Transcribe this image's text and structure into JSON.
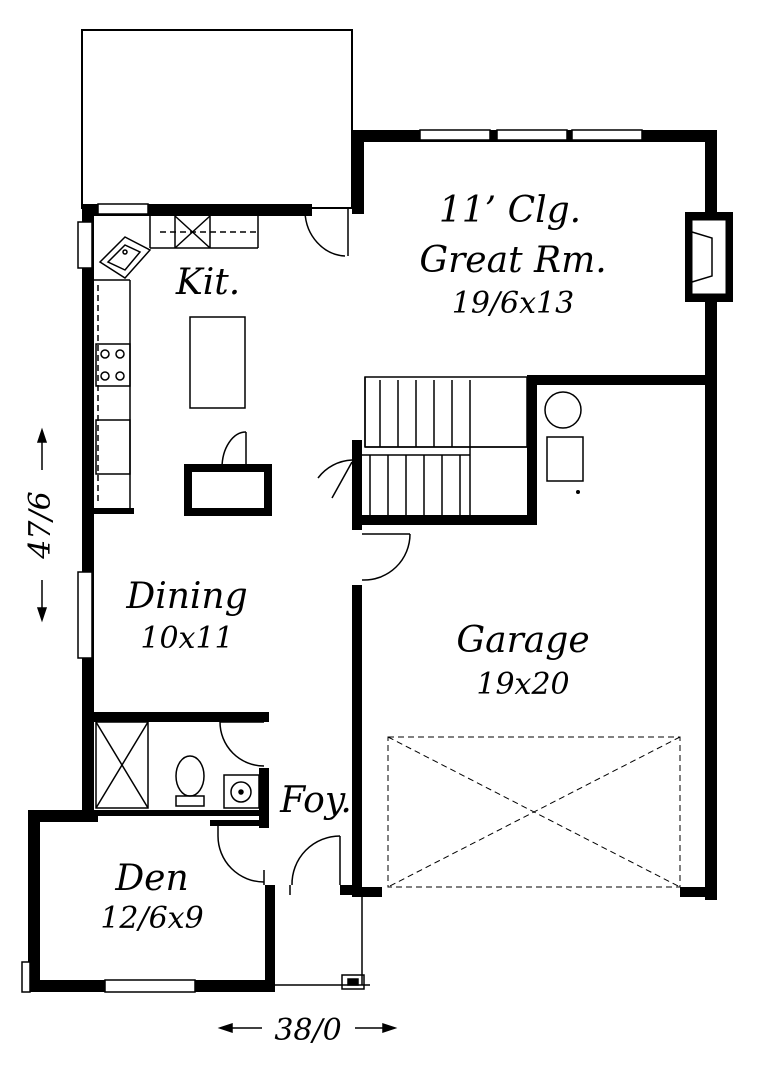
{
  "rooms": {
    "great_room": {
      "ceiling": "11’ Clg.",
      "name": "Great Rm.",
      "size": "19/6x13"
    },
    "kitchen": {
      "name": "Kit."
    },
    "dining": {
      "name": "Dining",
      "size": "10x11"
    },
    "garage": {
      "name": "Garage",
      "size": "19x20"
    },
    "foyer": {
      "name": "Foy."
    },
    "den": {
      "name": "Den",
      "size": "12/6x9"
    }
  },
  "dimensions": {
    "depth": "47/6",
    "width": "38/0"
  }
}
